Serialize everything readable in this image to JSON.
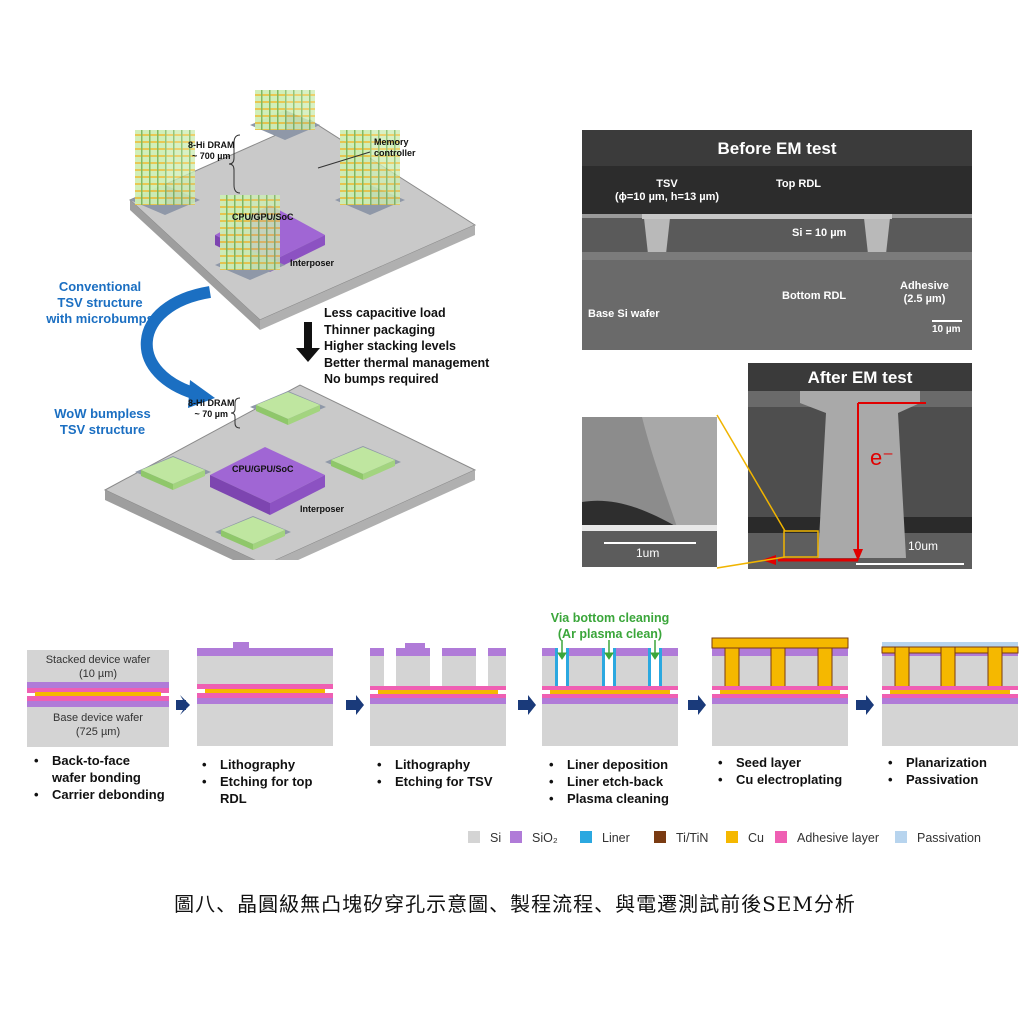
{
  "caption": "圖八、晶圓級無凸塊矽穿孔示意圖、製程流程、與電遷測試前後SEM分析",
  "schematic": {
    "top": {
      "dram_label_1": "8-Hi DRAM",
      "dram_label_2": "~ 700 µm",
      "memory_controller_1": "Memory",
      "memory_controller_2": "controller",
      "cpu_label": "CPU/GPU/SoC",
      "interposer_label": "Interposer"
    },
    "conventional_label": [
      "Conventional",
      "TSV structure",
      "with microbumps"
    ],
    "wow_label": [
      "WoW bumpless",
      "TSV structure"
    ],
    "benefits": [
      "Less capacitive load",
      "Thinner packaging",
      "Higher stacking levels",
      "Better thermal management",
      "No bumps required"
    ],
    "bottom": {
      "dram_label_1": "8-Hi DRAM",
      "dram_label_2": "~ 70 µm",
      "cpu_label": "CPU/GPU/SoC",
      "interposer_label": "Interposer"
    }
  },
  "sem_before": {
    "title": "Before EM test",
    "tsv_label_1": "TSV",
    "tsv_label_2": "(ϕ=10 µm, h=13 µm)",
    "top_rdl": "Top RDL",
    "si_label": "Si = 10 µm",
    "bottom_rdl": "Bottom RDL",
    "adhesive_1": "Adhesive",
    "adhesive_2": "(2.5 µm)",
    "base_wafer": "Base Si wafer",
    "scale": "10 µm"
  },
  "sem_after": {
    "title": "After EM test",
    "electron": "e⁻",
    "scale": "10um",
    "inset_scale": "1um"
  },
  "process": {
    "cleaning_label_1": "Via bottom cleaning",
    "cleaning_label_2": "(Ar plasma clean)",
    "stacked_1": "Stacked device wafer",
    "stacked_2": "(10 µm)",
    "base_1": "Base device wafer",
    "base_2": "(725 µm)",
    "steps": [
      {
        "bullets": [
          "Back-to-face",
          "wafer bonding",
          "Carrier debonding"
        ]
      },
      {
        "bullets": [
          "Lithography",
          "Etching for top",
          "RDL"
        ]
      },
      {
        "bullets": [
          "Lithography",
          "Etching for TSV"
        ]
      },
      {
        "bullets": [
          "Liner deposition",
          "Liner etch-back",
          "Plasma cleaning"
        ]
      },
      {
        "bullets": [
          "Seed layer",
          "Cu electroplating"
        ]
      },
      {
        "bullets": [
          "Planarization",
          "Passivation"
        ]
      }
    ]
  },
  "legend": [
    {
      "label": "Si",
      "color": "#d4d4d4"
    },
    {
      "label": "SiO₂",
      "color": "#b07bd8"
    },
    {
      "label": "Liner",
      "color": "#2ba8e0"
    },
    {
      "label": "Ti/TiN",
      "color": "#7a3b12"
    },
    {
      "label": "Cu",
      "color": "#f5b800"
    },
    {
      "label": "Adhesive layer",
      "color": "#ef5fb3"
    },
    {
      "label": "Passivation",
      "color": "#b7d4ee"
    }
  ]
}
